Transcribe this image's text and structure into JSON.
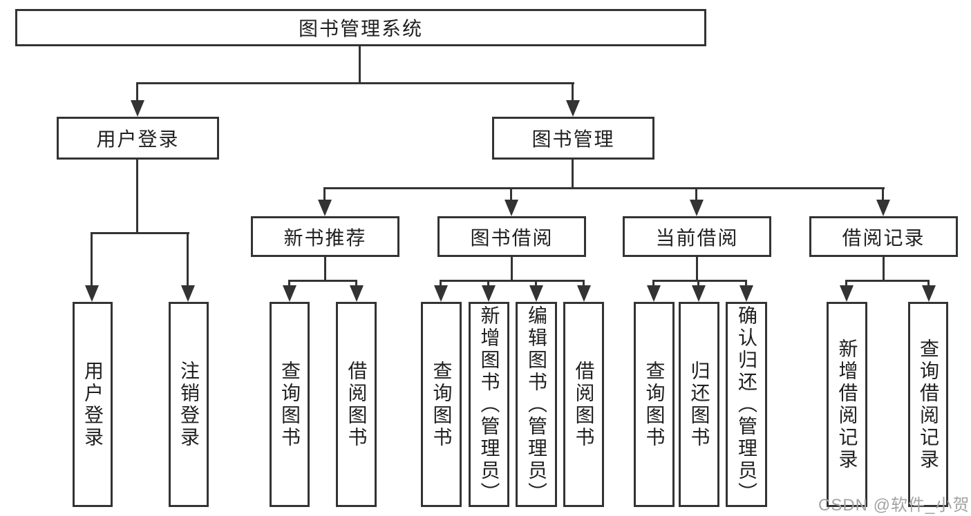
{
  "diagram_title": "图书管理系统",
  "nodes": {
    "root": "图书管理系统",
    "user_login": "用户登录",
    "book_mgmt": "图书管理",
    "leaf_user_login": "用户登录",
    "leaf_logout": "注销登录",
    "new_book_rec": "新书推荐",
    "book_borrow": "图书借阅",
    "current_borrow": "当前借阅",
    "borrow_record": "借阅记录",
    "rec_query_book": "查询图书",
    "rec_borrow_book": "借阅图书",
    "bor_query_book": "查询图书",
    "bor_add_book": "新增图书（管理员）",
    "bor_edit_book": "编辑图书（管理员）",
    "bor_borrow_book": "借阅图书",
    "cur_query_book": "查询图书",
    "cur_return_book": "归还图书",
    "cur_confirm_return": "确认归还（管理员）",
    "rcd_add_record": "新增借阅记录",
    "rcd_query_record": "查询借阅记录"
  },
  "watermark": "CSDN @软件_小贺同学",
  "colors": {
    "line": "#333333",
    "text": "#1f1f1f",
    "watermark": "#a3a3a3",
    "background": "#ffffff"
  }
}
